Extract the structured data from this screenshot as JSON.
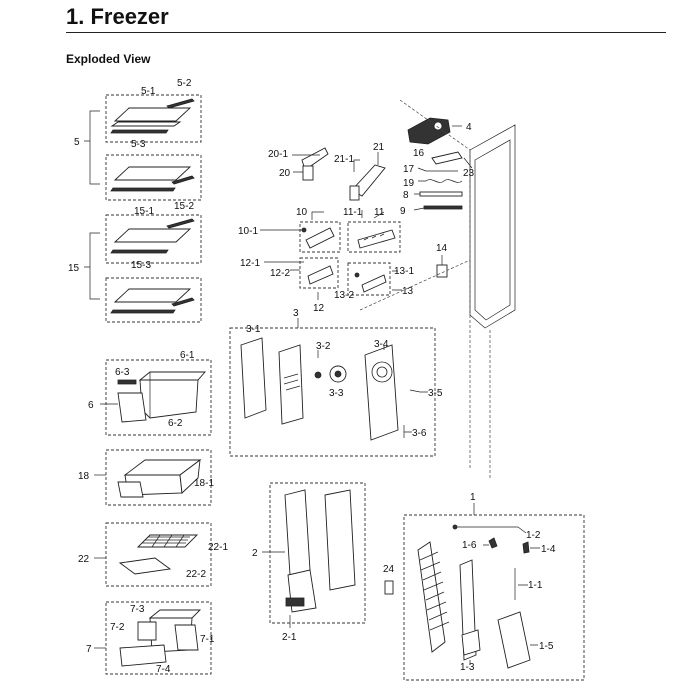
{
  "page": {
    "title": "1.  Freezer",
    "subtitle": "Exploded View"
  },
  "labels": {
    "l_5": "5",
    "l_5_1": "5-1",
    "l_5_2": "5-2",
    "l_5_3": "5-3",
    "l_15": "15",
    "l_15_1": "15-1",
    "l_15_2": "15-2",
    "l_15_3": "15-3",
    "l_6": "6",
    "l_6_1": "6-1",
    "l_6_2": "6-2",
    "l_6_3": "6-3",
    "l_18": "18",
    "l_18_1": "18-1",
    "l_22": "22",
    "l_22_1": "22-1",
    "l_22_2": "22-2",
    "l_7": "7",
    "l_7_1": "7-1",
    "l_7_2": "7-2",
    "l_7_3": "7-3",
    "l_7_4": "7-4",
    "l_20": "20",
    "l_20_1": "20-1",
    "l_21": "21",
    "l_21_1": "21-1",
    "l_10": "10",
    "l_10_1": "10-1",
    "l_11": "11",
    "l_11_1": "11-1",
    "l_12": "12",
    "l_12_1": "12-1",
    "l_12_2": "12-2",
    "l_13": "13",
    "l_13_1": "13-1",
    "l_13_2": "13-2",
    "l_4": "4",
    "l_16": "16",
    "l_17": "17",
    "l_19": "19",
    "l_23": "23",
    "l_8": "8",
    "l_9": "9",
    "l_14": "14",
    "l_3": "3",
    "l_3_1": "3-1",
    "l_3_2": "3-2",
    "l_3_3": "3-3",
    "l_3_4": "3-4",
    "l_3_5": "3-5",
    "l_3_6": "3-6",
    "l_2": "2",
    "l_2_1": "2-1",
    "l_24": "24",
    "l_1": "1",
    "l_1_1": "1-1",
    "l_1_2": "1-2",
    "l_1_3": "1-3",
    "l_1_4": "1-4",
    "l_1_5": "1-5",
    "l_1_6": "1-6"
  }
}
